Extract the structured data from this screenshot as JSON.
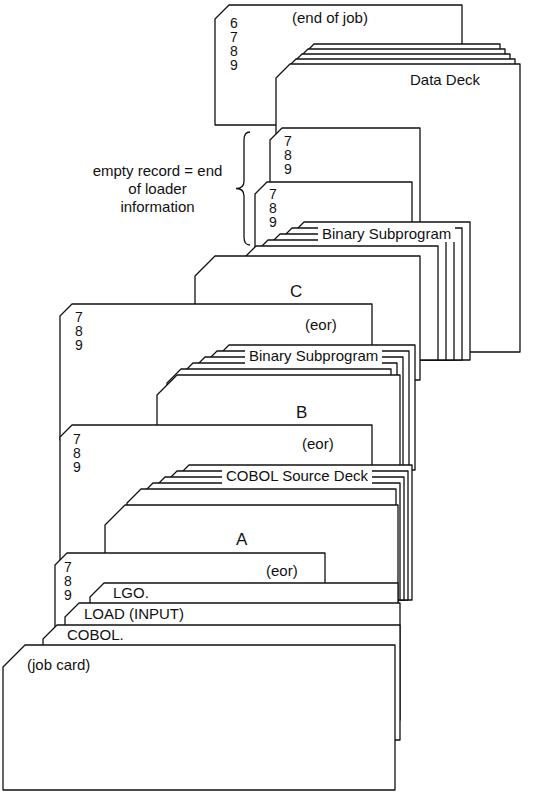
{
  "diagram": {
    "nodes": [
      {
        "text": [
          "6 7 8 9",
          "(end of job)"
        ]
      },
      {
        "text": [
          "Data Deck"
        ]
      },
      {
        "text": [
          "7 8 9"
        ]
      },
      {
        "text": [
          "7 8 9"
        ]
      },
      {
        "text": [
          "Binary Subprogram"
        ]
      },
      {
        "text": [
          "C"
        ]
      },
      {
        "text": [
          "7 8 9",
          "(eor)"
        ]
      },
      {
        "text": [
          "Binary Subprogram"
        ]
      },
      {
        "text": [
          "B"
        ]
      },
      {
        "text": [
          "7 8 9",
          "(eor)"
        ]
      },
      {
        "text": [
          "COBOL Source Deck"
        ]
      },
      {
        "text": [
          "A"
        ]
      },
      {
        "text": [
          "7 8 9",
          "(eor)"
        ]
      },
      {
        "text": [
          "LGO."
        ]
      },
      {
        "text": [
          "LOAD (INPUT)"
        ]
      },
      {
        "text": [
          "COBOL."
        ]
      },
      {
        "text": [
          "(job card)"
        ]
      }
    ],
    "labels": [
      "empty record = end of loader information"
    ]
  }
}
